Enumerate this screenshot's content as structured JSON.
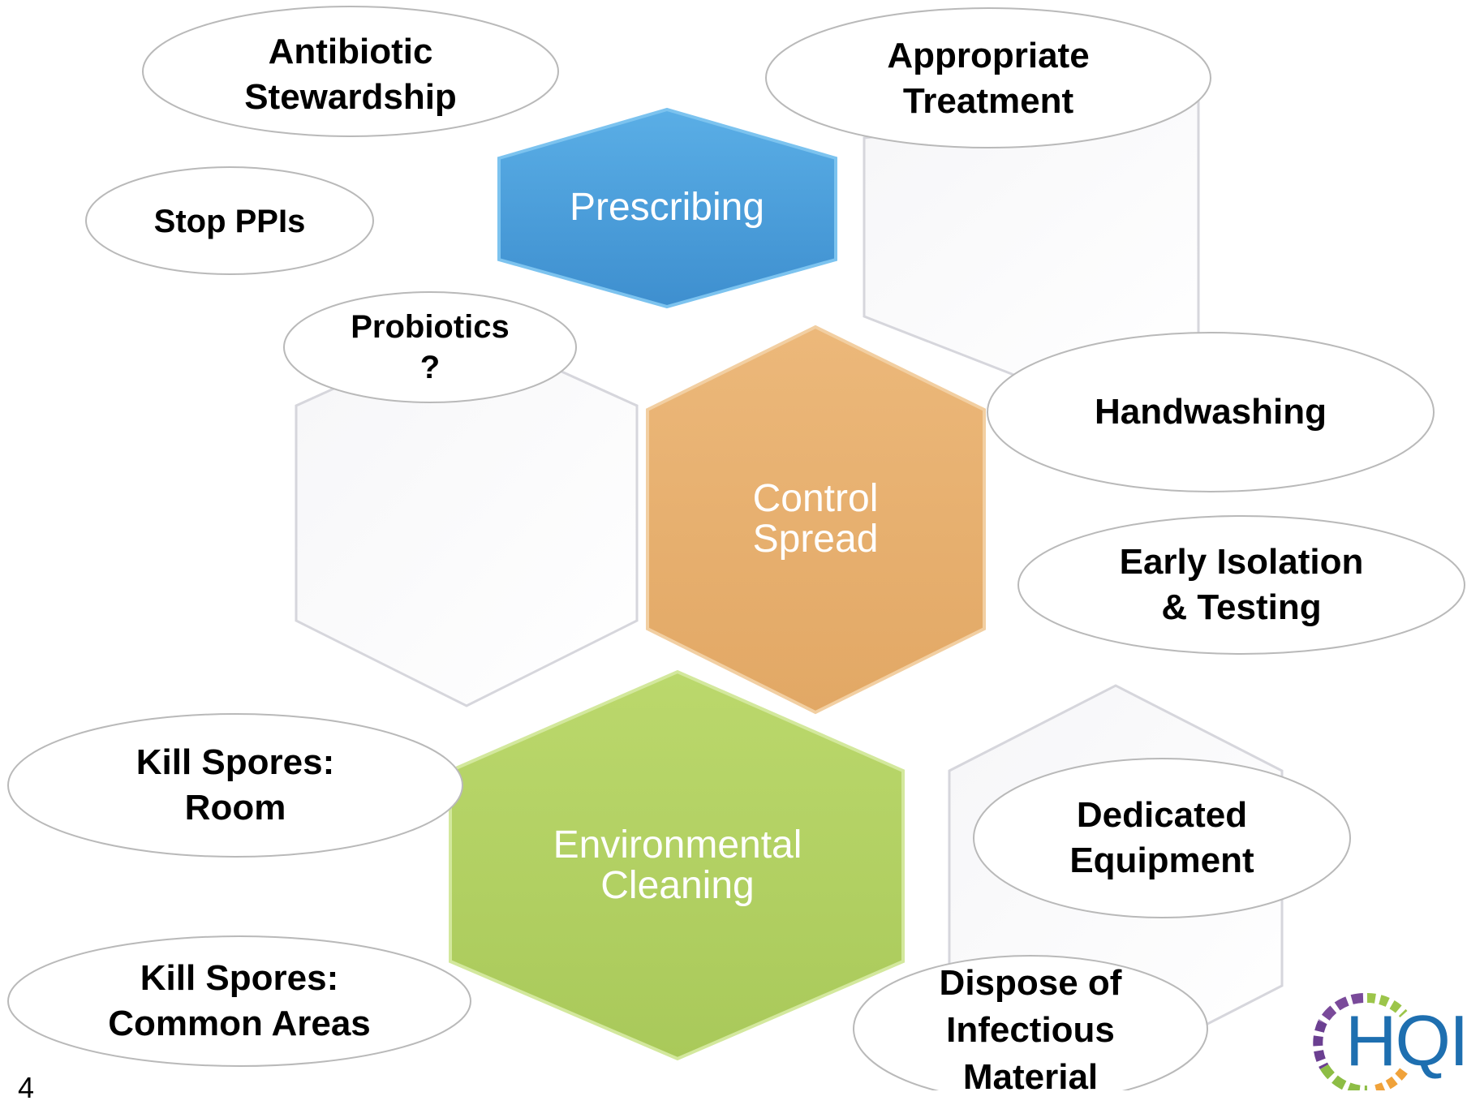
{
  "hexagons": {
    "prescribing": {
      "label_lines": [
        "Prescribing"
      ],
      "color": "#4e9fda"
    },
    "control_spread": {
      "label_lines": [
        "Control",
        "Spread"
      ],
      "color": "#e8b273"
    },
    "environmental_cleaning": {
      "label_lines": [
        "Environmental",
        "Cleaning"
      ],
      "color": "#b5d267"
    }
  },
  "ovals": {
    "antibiotic_stewardship": [
      "Antibiotic",
      "Stewardship"
    ],
    "appropriate_treatment": [
      "Appropriate",
      "Treatment"
    ],
    "stop_ppis": [
      "Stop PPIs"
    ],
    "probiotics": [
      "Probiotics",
      "?"
    ],
    "handwashing": [
      "Handwashing"
    ],
    "early_isolation_testing": [
      "Early Isolation",
      "& Testing"
    ],
    "kill_spores_room": [
      "Kill Spores:",
      "Room"
    ],
    "dedicated_equipment": [
      "Dedicated",
      "Equipment"
    ],
    "kill_spores_common_areas": [
      "Kill Spores:",
      "Common Areas"
    ],
    "dispose_infectious_material": [
      "Dispose of",
      "Infectious",
      "Material"
    ]
  },
  "page_number": "4",
  "logo": {
    "text": "HQI",
    "color": "#1e6fb0"
  }
}
